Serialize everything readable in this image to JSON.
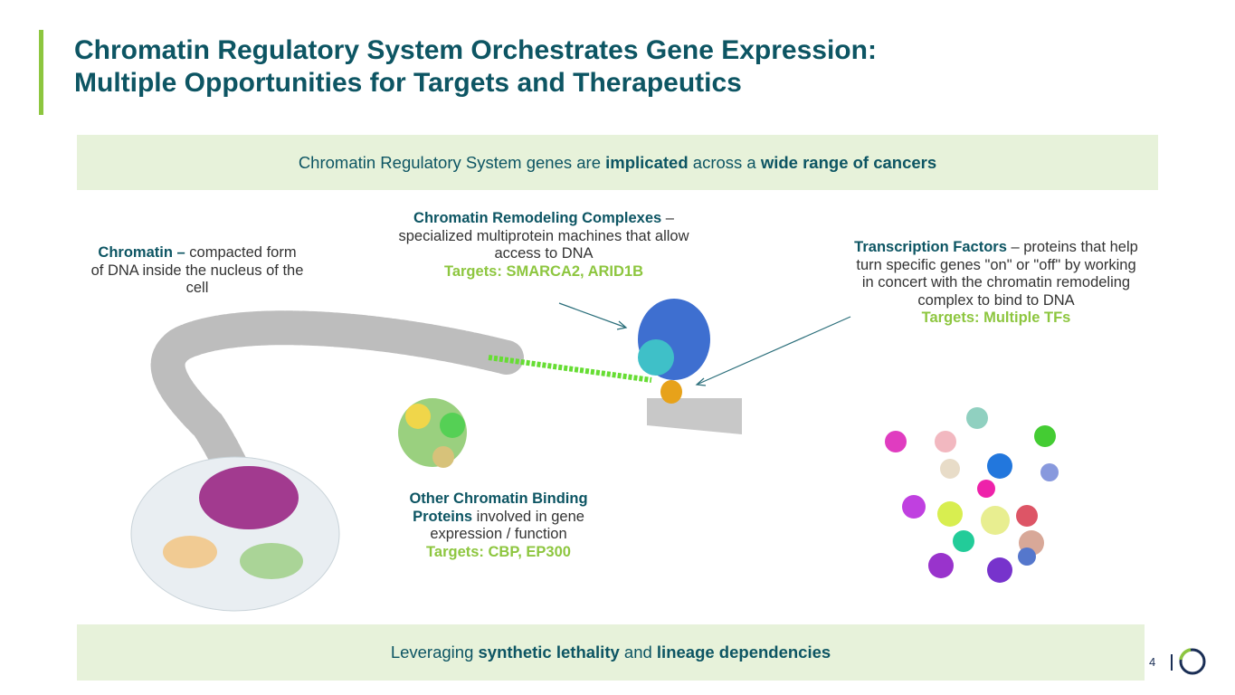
{
  "title": {
    "line1": "Chromatin Regulatory System Orchestrates Gene Expression:",
    "line2": "Multiple Opportunities for Targets and Therapeutics"
  },
  "top_banner": {
    "t1": "Chromatin Regulatory System genes are ",
    "b1": "implicated",
    "t2": " across a ",
    "b2": "wide range of cancers"
  },
  "chromatin": {
    "head": "Chromatin –",
    "text": " compacted form of DNA inside the nucleus of the cell"
  },
  "remodeling": {
    "head": "Chromatin Remodeling Complexes",
    "text": " – specialized multiprotein machines that allow access to DNA",
    "targets": "Targets: SMARCA2, ARID1B"
  },
  "tf": {
    "head": "Transcription Factors",
    "text": " – proteins that help turn specific genes \"on\" or \"off\" by working in concert with the chromatin remodeling complex to bind to DNA",
    "targets": "Targets: Multiple TFs"
  },
  "binding": {
    "head": "Other Chromatin Binding Proteins",
    "text": " involved in gene expression / function",
    "targets": "Targets: CBP, EP300"
  },
  "bottom_banner": {
    "t1": "Leveraging ",
    "b1": "synthetic lethality",
    "t2": " and ",
    "b2": "lineage dependencies"
  },
  "page_number": "4",
  "colors": {
    "title": "#0d5563",
    "accent": "#8dc63f",
    "banner": "#e7f2da",
    "logo": "#1a2e55"
  }
}
